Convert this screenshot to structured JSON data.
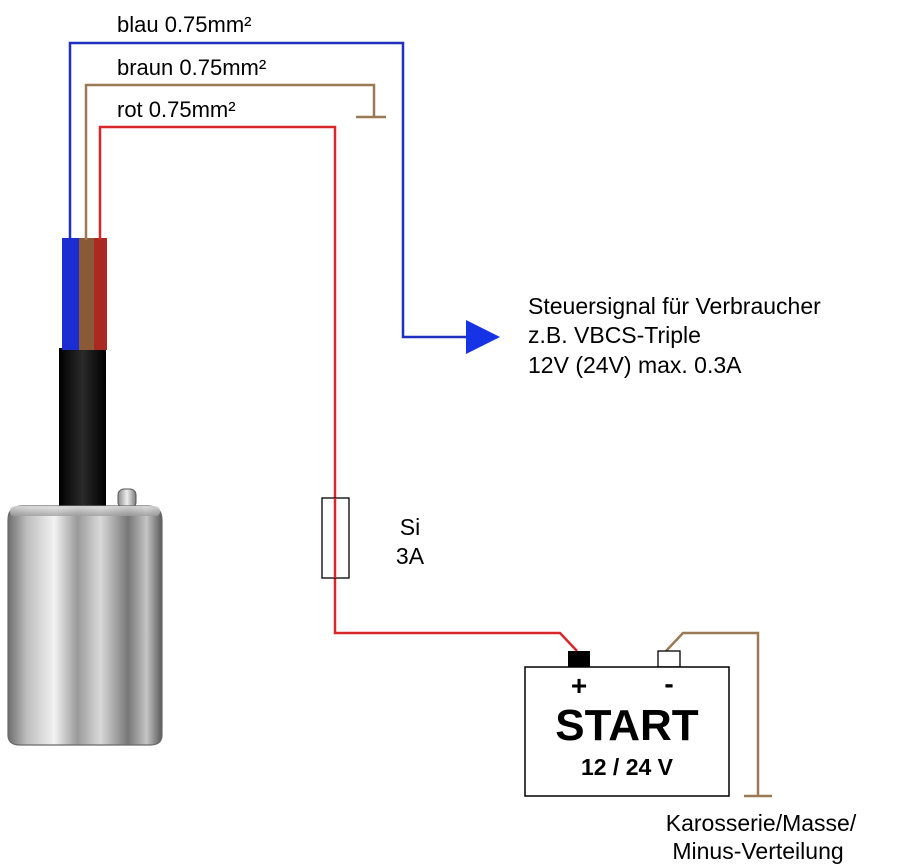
{
  "wires": {
    "blue": {
      "label": "blau 0.75mm²",
      "color": "#1f2fbf"
    },
    "brown": {
      "label": "braun 0.75mm²",
      "color": "#9a7a55"
    },
    "red": {
      "label": "rot 0.75mm²",
      "color": "#d8262b"
    }
  },
  "signal_output": {
    "line1": "Steuersignal für Verbraucher",
    "line2": "z.B. VBCS-Triple",
    "line3": "12V (24V) max. 0.3A",
    "arrow_color": "#1633e6"
  },
  "fuse": {
    "line1": "Si",
    "line2": "3A"
  },
  "battery": {
    "plus_label": "+",
    "minus_label": "-",
    "title": "START",
    "voltage": "12 / 24 V"
  },
  "ground": {
    "line1": "Karosserie/Masse/",
    "line2": "Minus-Verteilung"
  }
}
